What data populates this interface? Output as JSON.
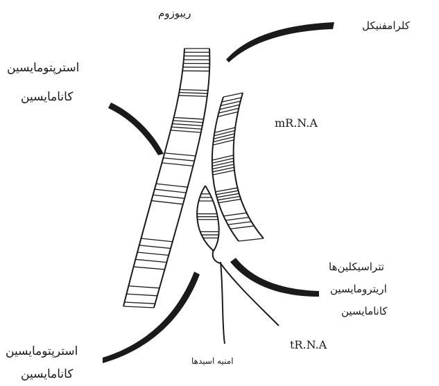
{
  "labels": {
    "ribosome": "ریبوزوم",
    "chloramphenicol": "کلرامفنیکل",
    "streptomycin_1": "استرپتومایسین",
    "kanamycin_1": "کانامایسین",
    "mrna": "mR.N.A",
    "tetracyclines": "تتراسیکلین‌ها",
    "erythromycin": "اریترومایسین",
    "kanamycin_2": "کانامایسین",
    "streptomycin_2": "استرپتومایسین",
    "kanamycin_3": "کانامایسین",
    "trna": "tR.N.A",
    "amino_acids": "امنیه اسیدها"
  },
  "colors": {
    "ink": "#1a1a1a",
    "background": "#ffffff"
  }
}
